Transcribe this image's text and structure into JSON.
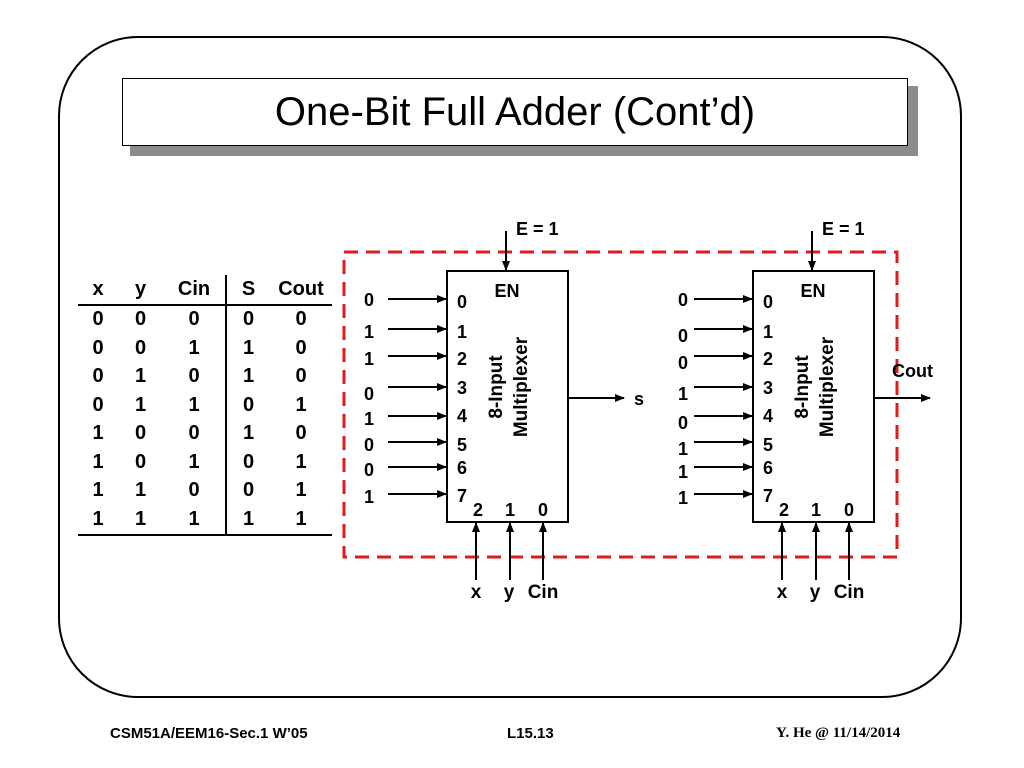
{
  "slide": {
    "title": "One-Bit Full Adder (Cont’d)"
  },
  "truth_table": {
    "headers": [
      "x",
      "y",
      "Cin",
      "S",
      "Cout"
    ],
    "rows": [
      [
        "0",
        "0",
        "0",
        "0",
        "0"
      ],
      [
        "0",
        "0",
        "1",
        "1",
        "0"
      ],
      [
        "0",
        "1",
        "0",
        "1",
        "0"
      ],
      [
        "0",
        "1",
        "1",
        "0",
        "1"
      ],
      [
        "1",
        "0",
        "0",
        "1",
        "0"
      ],
      [
        "1",
        "0",
        "1",
        "0",
        "1"
      ],
      [
        "1",
        "1",
        "0",
        "0",
        "1"
      ],
      [
        "1",
        "1",
        "1",
        "1",
        "1"
      ]
    ]
  },
  "muxes": [
    {
      "enable_label": "E = 1",
      "en_label": "EN",
      "name_line1": "8-Input",
      "name_line2": "Multiplexer",
      "input_indices": [
        "0",
        "1",
        "2",
        "3",
        "4",
        "5",
        "6",
        "7"
      ],
      "input_values": [
        "0",
        "1",
        "1",
        "0",
        "1",
        "0",
        "0",
        "1"
      ],
      "select_indices": [
        "2",
        "1",
        "0"
      ],
      "select_labels": [
        "x",
        "y",
        "Cin"
      ],
      "output_label": "s"
    },
    {
      "enable_label": "E = 1",
      "en_label": "EN",
      "name_line1": "8-Input",
      "name_line2": "Multiplexer",
      "input_indices": [
        "0",
        "1",
        "2",
        "3",
        "4",
        "5",
        "6",
        "7"
      ],
      "input_values": [
        "0",
        "0",
        "0",
        "1",
        "0",
        "1",
        "1",
        "1"
      ],
      "select_indices": [
        "2",
        "1",
        "0"
      ],
      "select_labels": [
        "x",
        "y",
        "Cin"
      ],
      "output_label": "Cout"
    }
  ],
  "footer": {
    "left": "CSM51A/EEM16-Sec.1 W’05",
    "center": "L15.13",
    "right": "Y. He @ 11/14/2014"
  },
  "colors": {
    "dashed_border": "#e01b1b",
    "title_shadow": "#8c8c8c"
  }
}
